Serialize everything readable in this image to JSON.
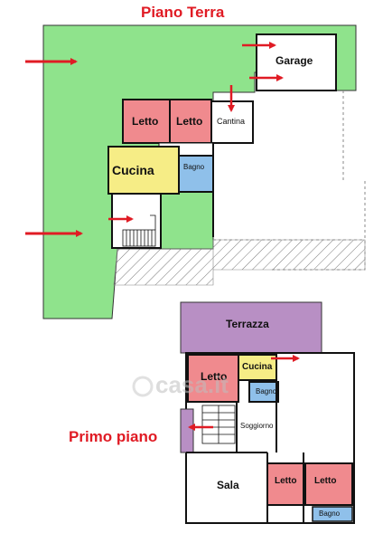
{
  "ground_floor": {
    "title": "Piano Terra",
    "rooms": {
      "garage": "Garage",
      "letto_1": "Letto",
      "letto_2": "Letto",
      "cantina": "Cantina",
      "cucina": "Cucina",
      "bagno": "Bagno"
    }
  },
  "first_floor": {
    "title": "Primo piano",
    "rooms": {
      "terrazza": "Terrazza",
      "letto": "Letto",
      "cucina": "Cucina",
      "bagno_1": "Bagno",
      "soggiorno": "Soggiorno",
      "sala": "Sala",
      "letto_2": "Letto",
      "letto_3": "Letto",
      "bagno_2": "Bagno"
    }
  },
  "watermark": "casa.it",
  "colors": {
    "garden": "#8fe38c",
    "bedroom": "#f08a8e",
    "kitchen": "#f6ed86",
    "bathroom": "#8fc0ea",
    "terrace": "#b88fc4",
    "arrow": "#e01b24"
  }
}
